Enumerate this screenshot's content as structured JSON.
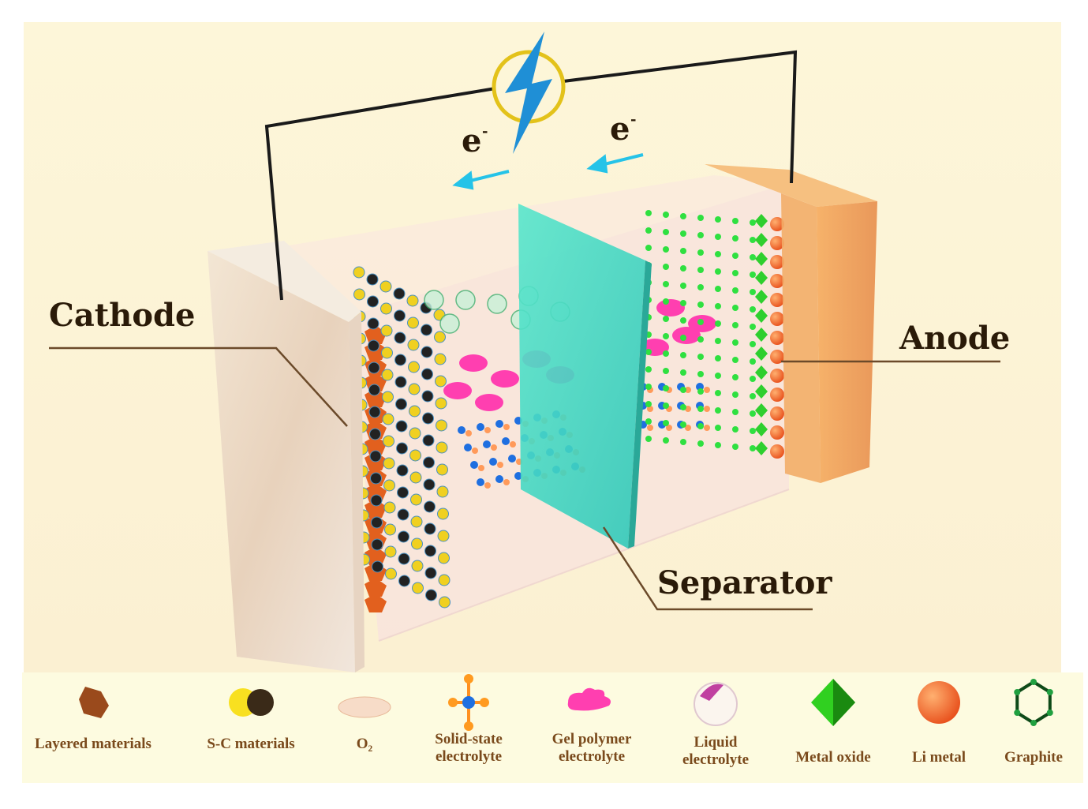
{
  "labels": {
    "cathode": "Cathode",
    "anode": "Anode",
    "separator": "Separator",
    "electron_left": "e",
    "electron_right": "e",
    "electron_sup": "-"
  },
  "colors": {
    "background": "#fdf7dc",
    "wire": "#1a1a1a",
    "power_ring": "#e3c21a",
    "lightning": "#1f8fd6",
    "arrow": "#25c3e8",
    "separator": "#3fd8c0",
    "cathode": "#efe0cc",
    "anode": "#f0a45a"
  },
  "icons": [
    "lightning-icon",
    "electron-arrow-left-icon"
  ],
  "legend": [
    {
      "icon": "layered-material-icon",
      "lines": [
        "Layered materials"
      ]
    },
    {
      "icon": "s-c-material-icon",
      "lines": [
        "S-C materials"
      ]
    },
    {
      "icon": "o2-icon",
      "lines": [
        "O₂"
      ]
    },
    {
      "icon": "solid-state-electrolyte-icon",
      "lines": [
        "Solid-state",
        "electrolyte"
      ]
    },
    {
      "icon": "gel-polymer-electrolyte-icon",
      "lines": [
        "Gel polymer",
        "electrolyte"
      ]
    },
    {
      "icon": "liquid-electrolyte-icon",
      "lines": [
        "Liquid",
        "electrolyte"
      ]
    },
    {
      "icon": "metal-oxide-icon",
      "lines": [
        "Metal oxide"
      ]
    },
    {
      "icon": "li-metal-icon",
      "lines": [
        "Li metal"
      ]
    },
    {
      "icon": "graphite-icon",
      "lines": [
        "Graphite"
      ]
    }
  ]
}
